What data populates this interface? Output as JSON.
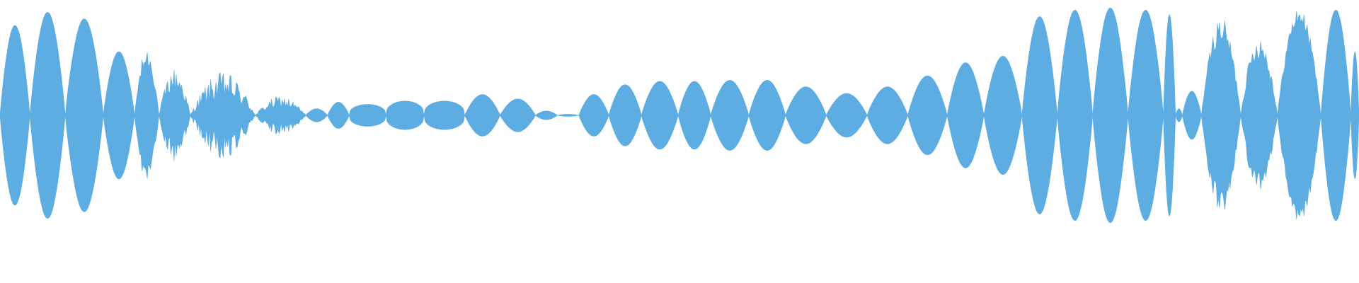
{
  "waveform": {
    "color": "#5DADE2",
    "background": "#ffffff",
    "lobes": [
      {
        "from": 0.0,
        "to": 0.022,
        "amp": 0.82
      },
      {
        "from": 0.022,
        "to": 0.048,
        "amp": 0.94
      },
      {
        "from": 0.048,
        "to": 0.076,
        "amp": 0.88
      },
      {
        "from": 0.076,
        "to": 0.099,
        "amp": 0.58
      },
      {
        "from": 0.099,
        "to": 0.117,
        "amp": 0.52,
        "noise": 0.3
      },
      {
        "from": 0.117,
        "to": 0.14,
        "amp": 0.32,
        "noise": 0.6
      },
      {
        "from": 0.14,
        "to": 0.188,
        "amp": 0.26,
        "noise": 0.85
      },
      {
        "from": 0.188,
        "to": 0.225,
        "amp": 0.12,
        "noise": 0.8
      },
      {
        "from": 0.225,
        "to": 0.241,
        "amp": 0.06
      },
      {
        "from": 0.241,
        "to": 0.257,
        "amp": 0.12
      },
      {
        "from": 0.257,
        "to": 0.284,
        "amp": 0.1,
        "shape": "flat"
      },
      {
        "from": 0.284,
        "to": 0.312,
        "amp": 0.13,
        "shape": "flat"
      },
      {
        "from": 0.312,
        "to": 0.342,
        "amp": 0.13,
        "shape": "flat"
      },
      {
        "from": 0.342,
        "to": 0.368,
        "amp": 0.19
      },
      {
        "from": 0.368,
        "to": 0.394,
        "amp": 0.15
      },
      {
        "from": 0.394,
        "to": 0.41,
        "amp": 0.04
      },
      {
        "from": 0.41,
        "to": 0.426,
        "amp": 0.01
      },
      {
        "from": 0.426,
        "to": 0.448,
        "amp": 0.19
      },
      {
        "from": 0.448,
        "to": 0.472,
        "amp": 0.28
      },
      {
        "from": 0.472,
        "to": 0.499,
        "amp": 0.31
      },
      {
        "from": 0.499,
        "to": 0.523,
        "amp": 0.31
      },
      {
        "from": 0.523,
        "to": 0.551,
        "amp": 0.32
      },
      {
        "from": 0.551,
        "to": 0.578,
        "amp": 0.32
      },
      {
        "from": 0.578,
        "to": 0.608,
        "amp": 0.26
      },
      {
        "from": 0.608,
        "to": 0.638,
        "amp": 0.2
      },
      {
        "from": 0.638,
        "to": 0.668,
        "amp": 0.26
      },
      {
        "from": 0.668,
        "to": 0.697,
        "amp": 0.36
      },
      {
        "from": 0.697,
        "to": 0.724,
        "amp": 0.48
      },
      {
        "from": 0.724,
        "to": 0.752,
        "amp": 0.54
      },
      {
        "from": 0.752,
        "to": 0.778,
        "amp": 0.9
      },
      {
        "from": 0.778,
        "to": 0.804,
        "amp": 0.96
      },
      {
        "from": 0.804,
        "to": 0.83,
        "amp": 0.98
      },
      {
        "from": 0.83,
        "to": 0.856,
        "amp": 0.96
      },
      {
        "from": 0.856,
        "to": 0.865,
        "amp": 0.92
      },
      {
        "from": 0.865,
        "to": 0.87,
        "amp": 0.06
      },
      {
        "from": 0.87,
        "to": 0.884,
        "amp": 0.22
      },
      {
        "from": 0.884,
        "to": 0.913,
        "amp": 0.78,
        "noise": 0.25
      },
      {
        "from": 0.913,
        "to": 0.94,
        "amp": 0.62,
        "noise": 0.3
      },
      {
        "from": 0.94,
        "to": 0.972,
        "amp": 0.9,
        "noise": 0.15
      },
      {
        "from": 0.972,
        "to": 0.994,
        "amp": 0.96
      },
      {
        "from": 0.994,
        "to": 1.0,
        "amp": 0.58
      }
    ]
  }
}
